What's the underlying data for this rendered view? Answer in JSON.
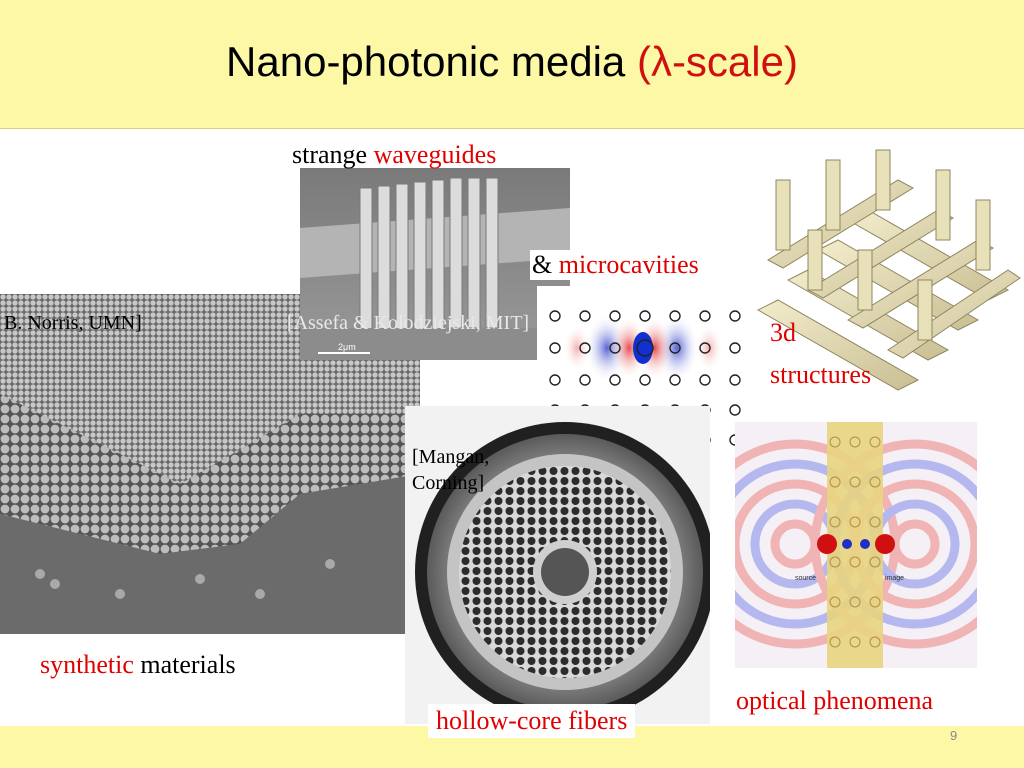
{
  "slide": {
    "title_main": "Nano-photonic media",
    "title_paren": "(λ-scale)",
    "page_number": "9"
  },
  "labels": {
    "waveguides_a": "strange",
    "waveguides_b": "waveguides",
    "microcavities_a": "&",
    "microcavities_b": "microcavities",
    "structures_a": "3d",
    "structures_b": "structures",
    "synthetic_a": "synthetic",
    "synthetic_b": "materials",
    "fibers": "hollow-core fibers",
    "phenomena": "optical phenomena"
  },
  "credits": {
    "norris": "B. Norris, UMN]",
    "assefa": "[Assefa & Kolodziejski, MIT]",
    "mangan": "[Mangan, Corning]"
  },
  "image_text": {
    "scalebar": "2μm",
    "source": "source",
    "image": "image"
  },
  "colors": {
    "band": "#fdf8a6",
    "accent_red": "#e00000"
  }
}
